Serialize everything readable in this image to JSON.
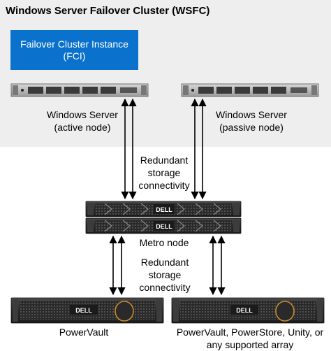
{
  "cluster": {
    "title": "Windows Server Failover Cluster (WSFC)",
    "fci_line1": "Failover Cluster Instance",
    "fci_line2": "(FCI)",
    "fci_color": "#0a72cc",
    "background_color": "#eeeeee"
  },
  "servers": {
    "active_line1": "Windows Server",
    "active_line2": "(active node)",
    "passive_line1": "Windows Server",
    "passive_line2": "(passive node)"
  },
  "connectivity_top": {
    "line1": "Redundant",
    "line2": "storage",
    "line3": "connectivity"
  },
  "metro": {
    "label": "Metro node",
    "brand_top": "DELL",
    "brand_bottom": "DELL"
  },
  "connectivity_bottom": {
    "line1": "Redundant",
    "line2": "storage",
    "line3": "connectivity"
  },
  "arrays": {
    "left_label": "PowerVault",
    "left_brand": "DELL",
    "right_line1": "PowerVault, PowerStore, Unity, or",
    "right_line2": "any supported array",
    "right_brand": "DELL"
  }
}
